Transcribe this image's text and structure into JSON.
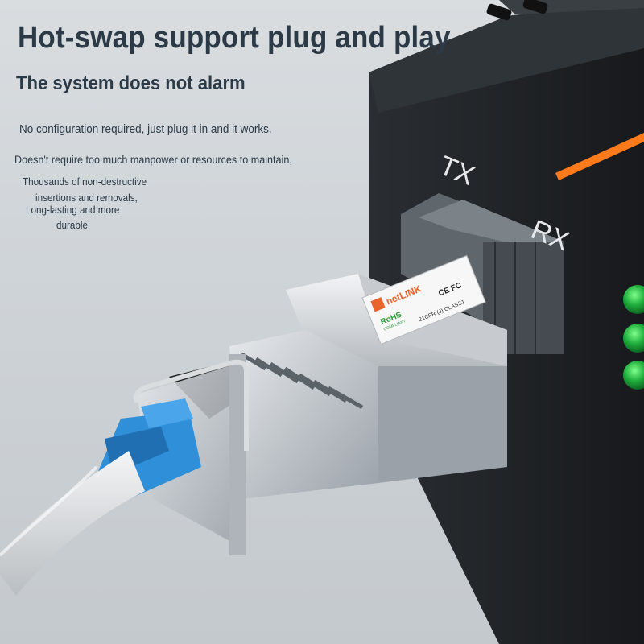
{
  "headline": "Hot-swap support plug and play",
  "subheadline": "The system does not alarm",
  "features": [
    "No configuration required, just plug it in and it works.",
    "Doesn't require too much manpower or resources to maintain,",
    "Thousands of non-destructive",
    "insertions and removals,",
    "Long-lasting and more",
    "durable"
  ],
  "device": {
    "port_tx": "TX",
    "port_rx": "RX",
    "brand": "netLINK",
    "rohs": "RoHS",
    "rohs_sub": "COMPLIANT",
    "marks": "CE FC",
    "laser_class": "21CFR (J) CLASS1"
  },
  "colors": {
    "background": "#d3d8dc",
    "headline_text": "#2b3a46",
    "device_body": "#1e2124",
    "accent_stripe": "#ff7a1a",
    "led_green": "#1fae3c",
    "connector_blue": "#2f8fd8",
    "brand_orange": "#e8642a"
  }
}
